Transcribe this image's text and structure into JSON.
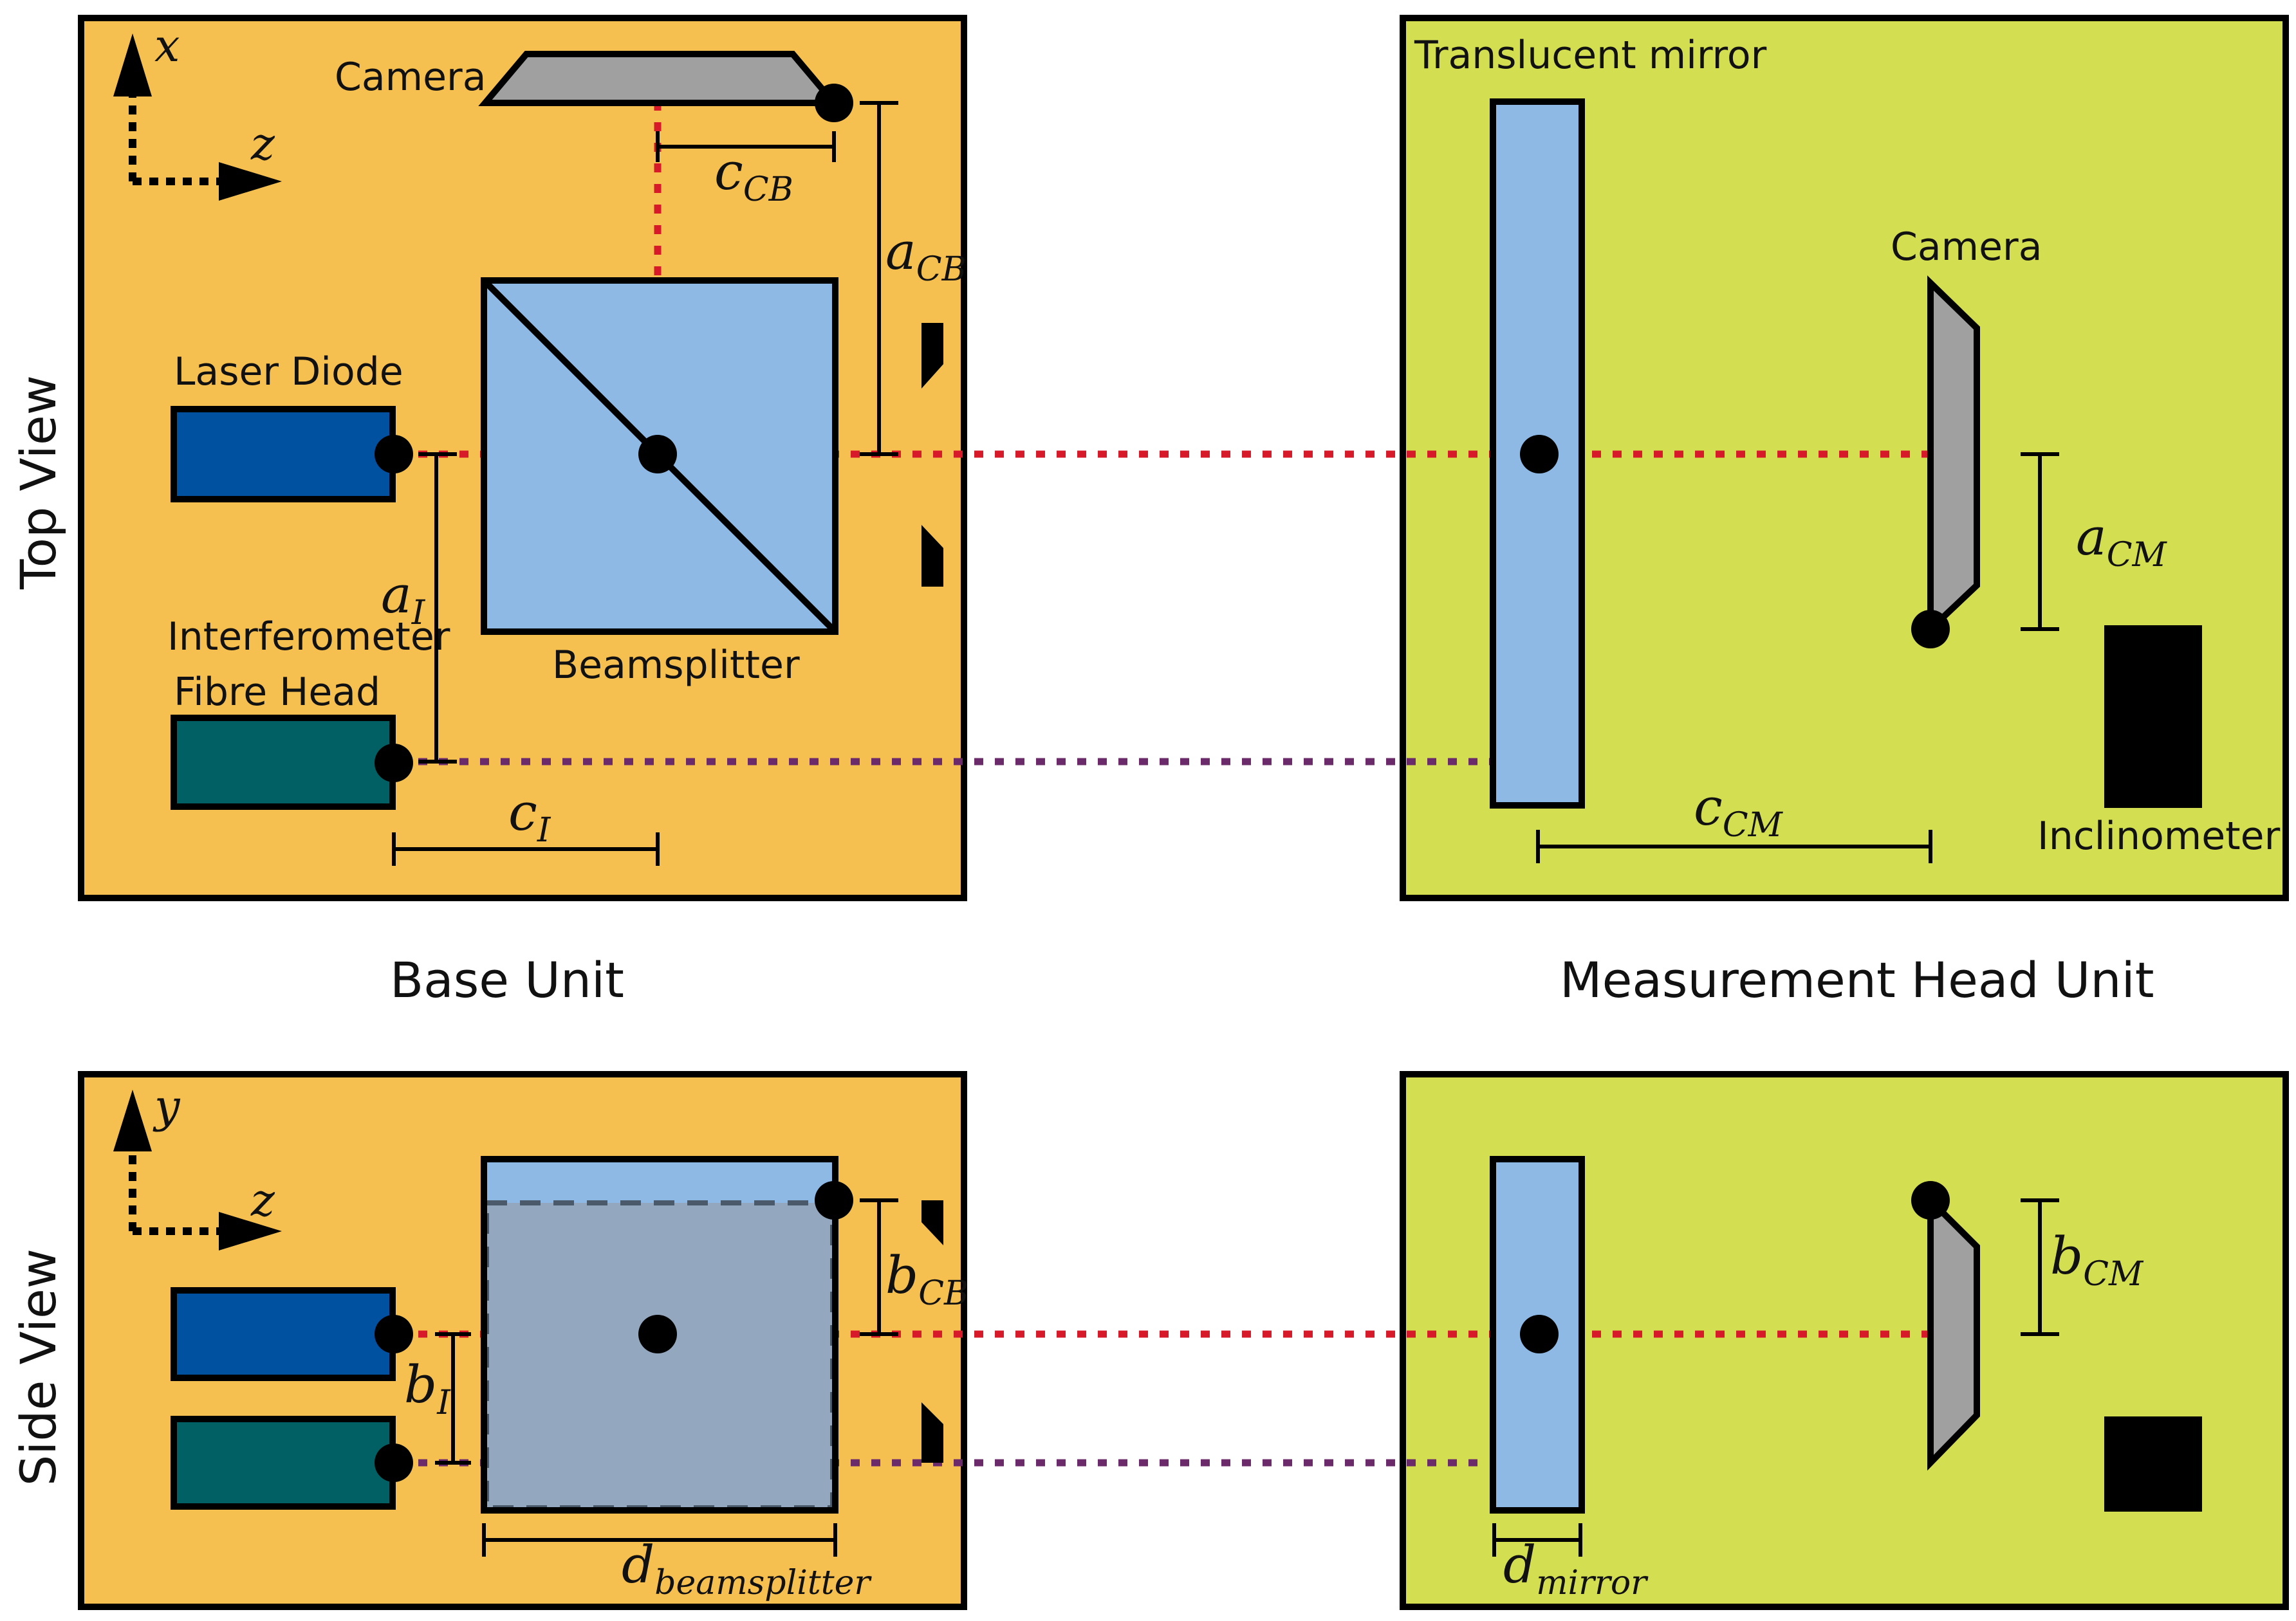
{
  "colors": {
    "base_unit": "#f5c04f",
    "head_unit": "#d3df51",
    "optics": "#8fb9e5",
    "laser": "#00519f",
    "fibre": "#006064",
    "camera": "#a0a0a0",
    "beam_laser": "#d61a2a",
    "beam_interferometer": "#6b2a6a"
  },
  "rows": {
    "top": "Top View",
    "side": "Side View"
  },
  "units": {
    "base": "Base Unit",
    "head": "Measurement Head Unit"
  },
  "labels": {
    "camera": "Camera",
    "laser_diode": "Laser Diode",
    "interferometer_1": "Interferometer",
    "interferometer_2": "Fibre Head",
    "beamsplitter": "Beamsplitter",
    "translucent_mirror": "Translucent mirror",
    "head_camera": "Camera",
    "inclinometer": "Inclinometer"
  },
  "axes": {
    "top_vertical": "x",
    "top_horizontal": "z",
    "side_vertical": "y",
    "side_horizontal": "z"
  },
  "dims": {
    "c_cb": {
      "base": "c",
      "sub": "CB"
    },
    "a_cb": {
      "base": "a",
      "sub": "CB"
    },
    "a_i": {
      "base": "a",
      "sub": "I"
    },
    "c_i": {
      "base": "c",
      "sub": "I"
    },
    "a_cm": {
      "base": "a",
      "sub": "CM"
    },
    "c_cm": {
      "base": "c",
      "sub": "CM"
    },
    "b_cb": {
      "base": "b",
      "sub": "CB"
    },
    "b_i": {
      "base": "b",
      "sub": "I"
    },
    "b_cm": {
      "base": "b",
      "sub": "CM"
    },
    "d_bs": {
      "base": "d",
      "sub": "beamsplitter"
    },
    "d_mirror": {
      "base": "d",
      "sub": "mirror"
    }
  }
}
